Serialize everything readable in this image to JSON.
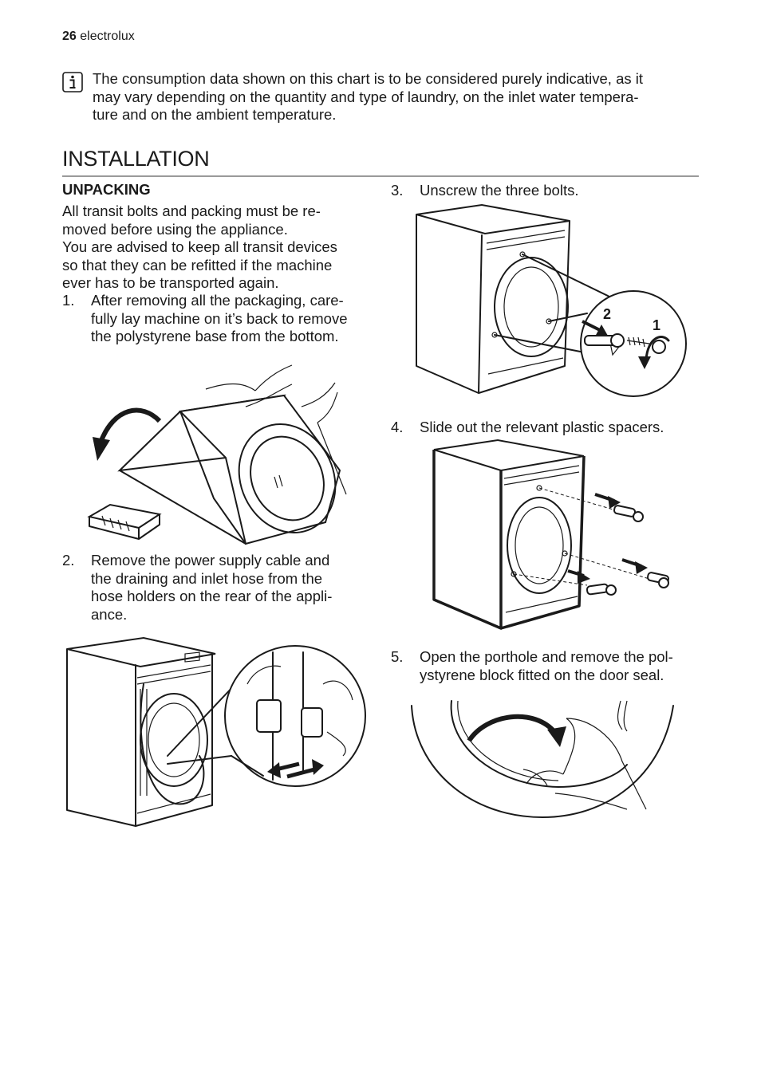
{
  "header": {
    "page_number": "26",
    "brand": "electrolux"
  },
  "info_note": {
    "icon": "info-icon",
    "lines": [
      "The consumption data shown on this chart is to be considered purely indicative, as it",
      "may vary depending on the quantity and type of laundry, on the inlet water tempera-",
      "ture and on the ambient temperature."
    ]
  },
  "section": {
    "title": "INSTALLATION"
  },
  "unpacking": {
    "heading": "UNPACKING",
    "intro_lines": [
      "All transit bolts and packing must be re-",
      "moved before using the appliance.",
      "You are advised to keep all transit devices",
      "so that they can be refitted if the machine",
      "ever has to be transported again."
    ]
  },
  "steps": [
    {
      "number": "1.",
      "lines": [
        "After removing all the packaging, care-",
        "fully lay machine on it’s back to remove",
        "the polystyrene base from the bottom."
      ]
    },
    {
      "number": "2.",
      "lines": [
        "Remove the power supply cable and",
        "the draining and inlet hose from the",
        "hose holders on the rear of the appli-",
        "ance."
      ]
    },
    {
      "number": "3.",
      "lines": [
        "Unscrew the three bolts."
      ]
    },
    {
      "number": "4.",
      "lines": [
        "Slide out the relevant plastic spacers."
      ]
    },
    {
      "number": "5.",
      "lines": [
        "Open the porthole and remove the pol-",
        "ystyrene block fitted on the door seal."
      ]
    }
  ],
  "figures": {
    "bolts_callout_labels": [
      "2",
      "1"
    ]
  }
}
